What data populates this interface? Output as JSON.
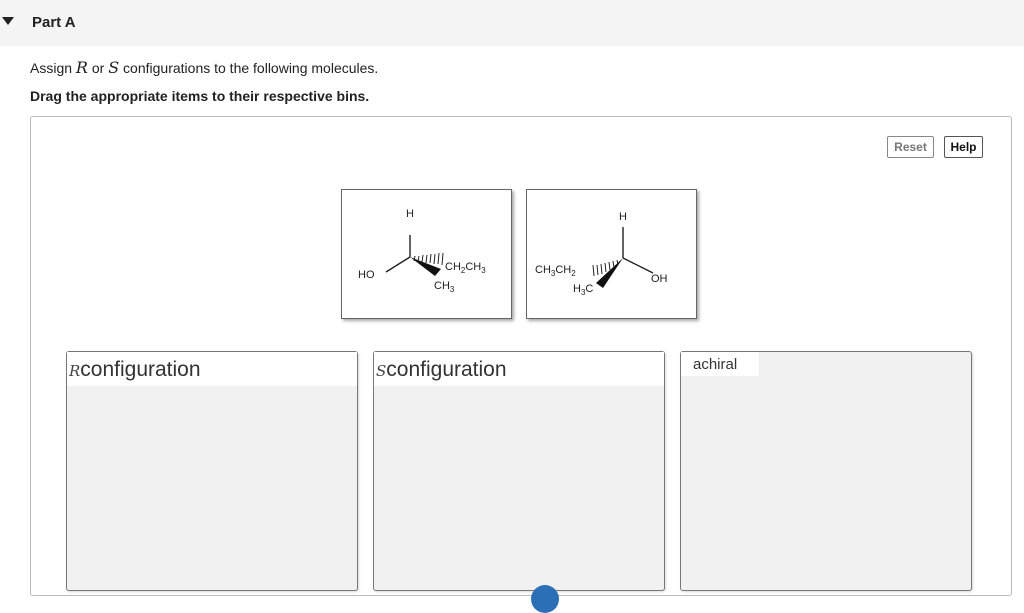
{
  "header": {
    "title": "Part A"
  },
  "instruction": {
    "prefix": "Assign ",
    "var_r": "R",
    "middle": " or ",
    "var_s": "S",
    "suffix": " configurations to the following molecules."
  },
  "drag_instruction": "Drag the appropriate items to their respective bins.",
  "buttons": {
    "reset": "Reset",
    "help": "Help"
  },
  "molecules": [
    {
      "H": "H",
      "OH": "HO",
      "ethyl_main": "CH",
      "ethyl_s1": "2",
      "ethyl_mid": "CH",
      "ethyl_s2": "3",
      "methyl_main": "CH",
      "methyl_sub": "3"
    },
    {
      "H": "H",
      "OH": "OH",
      "ethyl_main": "CH",
      "ethyl_s1": "3",
      "ethyl_mid": "CH",
      "ethyl_s2": "2",
      "methyl_main": "H",
      "methyl_sub": "3",
      "methyl_end": "C"
    }
  ],
  "bins": [
    {
      "var": "R",
      "label": "configuration"
    },
    {
      "var": "S",
      "label": "configuration"
    },
    {
      "var": "",
      "label": "achiral"
    }
  ]
}
